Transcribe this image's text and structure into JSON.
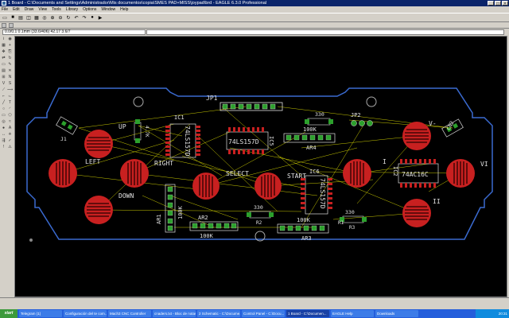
{
  "window": {
    "title": "1 Board - C:\\Documents and Settings\\Administrador\\Mis documentos\\copia\\SMES PAD+MISS\\joypad\\brd - EAGLE 6.3.0 Professional",
    "min": "_",
    "max": "□",
    "close": "×"
  },
  "menu": [
    "File",
    "Edit",
    "Draw",
    "View",
    "Tools",
    "Library",
    "Options",
    "Window",
    "Help"
  ],
  "coords": "0.0/0.1 0.1mm (33.6/406) 42.17 3.6/7",
  "board": {
    "labels": {
      "jp1": "JP1",
      "jp2": "JP2",
      "ic1": "IC1",
      "ic5": "IC5",
      "ic6": "IC6",
      "ic2": "IC2",
      "chip1": "74LS157D",
      "chip5": "74LS157D",
      "chip6": "74LS157D",
      "chip2": "74AC16C",
      "up": "UP",
      "left": "LEFT",
      "right": "RIGHT",
      "down": "DOWN",
      "select": "SELECT",
      "start": "START",
      "v_minus": "V-",
      "i": "I",
      "vi": "VI",
      "ii": "II",
      "r_4k7": "4.7K",
      "r_330a": "330",
      "r_100ka": "100K",
      "r_330b": "330",
      "r_330c": "330",
      "ar1": "AR1",
      "ar1_val": "100K",
      "ar2": "AR2",
      "ar2_val": "100K",
      "ar3": "AR3",
      "ar4": "AR4",
      "r1": "R1",
      "r2": "R2",
      "r3": "R3",
      "j1": "J1",
      "cn2": "CN2",
      "r_100kb": "100K"
    }
  },
  "taskbar": {
    "start": "start",
    "items": [
      {
        "label": "Telegram (1)",
        "active": false
      },
      {
        "label": "Configuración del te com...",
        "active": false
      },
      {
        "label": "Mach3 CNC Controller",
        "active": false
      },
      {
        "label": "cnaders.txt - Bloc de notas",
        "active": false
      },
      {
        "label": "2 Schematic - C:\\Docume...",
        "active": false
      },
      {
        "label": "Control Panel - C:\\Docu...",
        "active": false
      },
      {
        "label": "1 Board - C:\\Documen...",
        "active": true
      },
      {
        "label": "EAGLE Help",
        "active": false
      },
      {
        "label": "Downloads",
        "active": false
      }
    ],
    "clock": "20:31"
  },
  "colors": {
    "canvas": "#000000",
    "outline": "#3a6ad0",
    "pad": "#c82020",
    "silk": "#e0e0e0",
    "trace": "#c8c800",
    "green": "#2ca02c"
  }
}
